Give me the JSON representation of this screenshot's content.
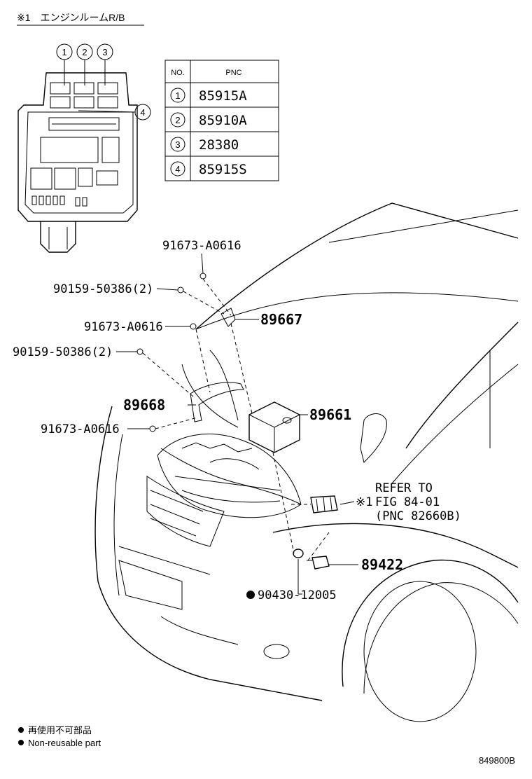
{
  "header": {
    "title": "※1　エンジンルームR/B"
  },
  "pnc_table": {
    "col_no": "NO.",
    "col_pnc": "PNC",
    "rows": [
      {
        "no": "1",
        "pnc": "85915A"
      },
      {
        "no": "2",
        "pnc": "85910A"
      },
      {
        "no": "3",
        "pnc": "28380"
      },
      {
        "no": "4",
        "pnc": "85915S"
      }
    ]
  },
  "callouts": {
    "relay_1": "1",
    "relay_2": "2",
    "relay_3": "3",
    "relay_4": "4"
  },
  "parts": {
    "bolt_a": "91673-A0616",
    "screw_a": "90159-50386(2)",
    "bracket_top": "89667",
    "bolt_b": "91673-A0616",
    "screw_b": "90159-50386(2)",
    "bracket_mid": "89668",
    "ecu": "89661",
    "bolt_c": "91673-A0616",
    "refer_mark": "※1",
    "refer_line1": "REFER TO",
    "refer_line2": "FIG 84-01",
    "refer_line3": "(PNC 82660B)",
    "sensor": "89422",
    "gasket": "90430-12005"
  },
  "legend": {
    "jp": "再使用不可部品",
    "en": "Non-reusable part"
  },
  "figure_code": "849800B"
}
